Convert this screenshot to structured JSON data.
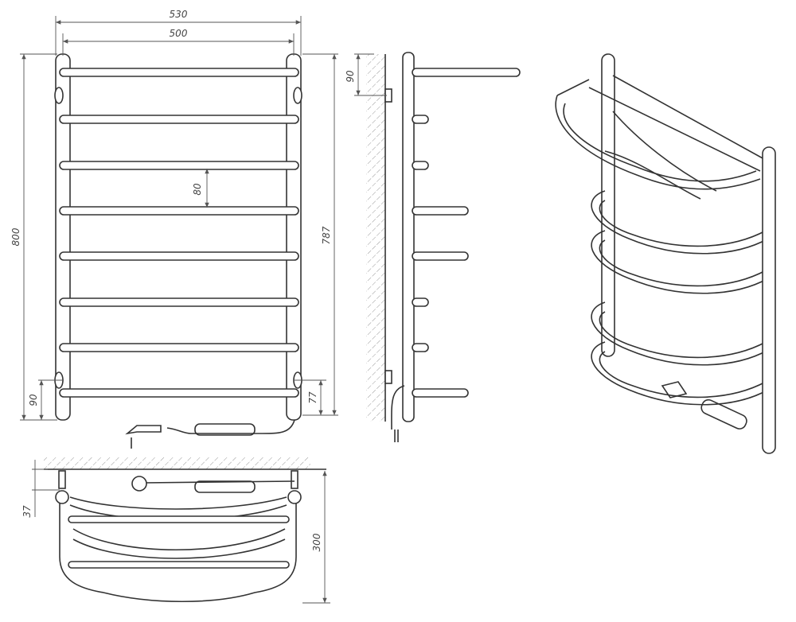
{
  "drawing": {
    "title": "Heated towel rail — dimensional drawing",
    "front_view": {
      "dim_overall_width": "530",
      "dim_rail_width": "500",
      "dim_rail_spacing": "80",
      "dim_overall_height": "800",
      "dim_mount_height": "787",
      "dim_bottom_left": "90",
      "dim_bottom_right": "77"
    },
    "side_view": {
      "dim_top_offset": "90"
    },
    "top_view": {
      "dim_wall_offset": "37",
      "dim_depth": "300"
    },
    "colors": {
      "line": "#333333",
      "dimension": "#555555",
      "hatch": "#999999"
    }
  }
}
